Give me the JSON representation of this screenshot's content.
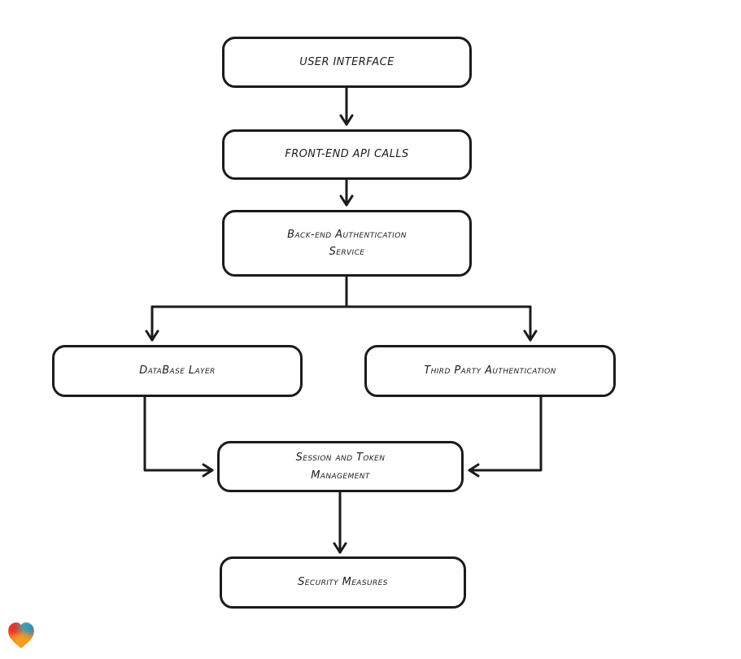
{
  "page": {
    "background_color": "#ffffff"
  },
  "diagram": {
    "type": "flowchart",
    "stroke_color": "#1b1b1b",
    "node_fill_color": "#ffffff",
    "text_color": "#1d1d1d",
    "nodes": [
      {
        "id": "user-interface",
        "label": "USER INTERFACE"
      },
      {
        "id": "front-end-api-calls",
        "label": "FRONT-END API CALLS"
      },
      {
        "id": "back-end-authentication-service",
        "label": "Back-end Authentication\nService"
      },
      {
        "id": "database-layer",
        "label": "DataBase Layer"
      },
      {
        "id": "third-party-authentication",
        "label": "Third Party Authentication"
      },
      {
        "id": "session-and-token-management",
        "label": "Session and Token\nManagement"
      },
      {
        "id": "security-measures",
        "label": "Security Measures"
      }
    ],
    "edges": [
      {
        "from": "user-interface",
        "to": "front-end-api-calls"
      },
      {
        "from": "front-end-api-calls",
        "to": "back-end-authentication-service"
      },
      {
        "from": "back-end-authentication-service",
        "to": "database-layer"
      },
      {
        "from": "back-end-authentication-service",
        "to": "third-party-authentication"
      },
      {
        "from": "database-layer",
        "to": "session-and-token-management"
      },
      {
        "from": "third-party-authentication",
        "to": "session-and-token-management"
      },
      {
        "from": "session-and-token-management",
        "to": "security-measures"
      }
    ]
  },
  "logo": {
    "name": "gradient-heart-logo",
    "colors": {
      "red": "#e73329",
      "teal": "#2aa3c1",
      "violet": "#5a53c0",
      "orange": "#f59b22"
    }
  }
}
